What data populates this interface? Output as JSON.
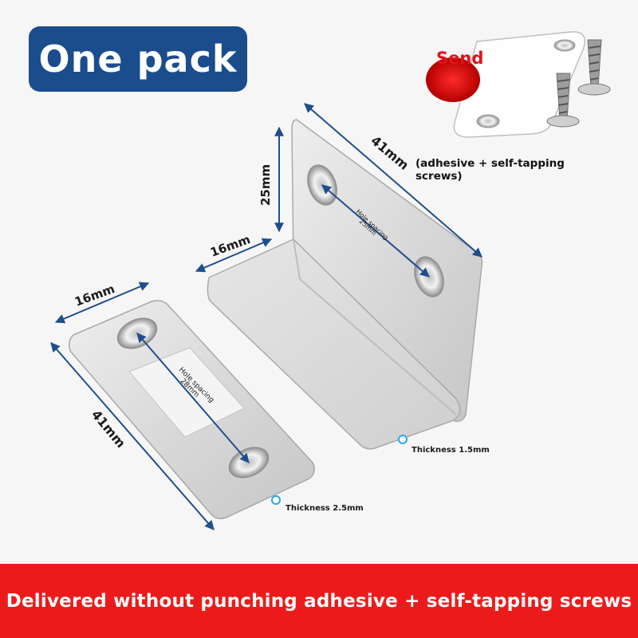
{
  "badge": {
    "text": "One pack"
  },
  "send": {
    "label": "Send",
    "caption": "(adhesive + self-tapping screws)"
  },
  "dimensions": {
    "bracket_height": "25mm",
    "bracket_length": "41mm",
    "bracket_width": "16mm",
    "bracket_hole_spacing_line1": "Hole spacing",
    "bracket_hole_spacing_line2": "25mm",
    "bracket_thickness": "Thickness 1.5mm",
    "plate_width": "16mm",
    "plate_length": "41mm",
    "plate_hole_spacing_line1": "Hole spacing",
    "plate_hole_spacing_line2": "28mm",
    "plate_thickness": "Thickness 2.5mm"
  },
  "footer": {
    "text": "Delivered without punching adhesive + self-tapping screws"
  },
  "colors": {
    "badge": "#1b4d8c",
    "footer": "#ec1b1b",
    "dimension_line": "#1f4e8c",
    "accent_red": "#e0131b"
  }
}
